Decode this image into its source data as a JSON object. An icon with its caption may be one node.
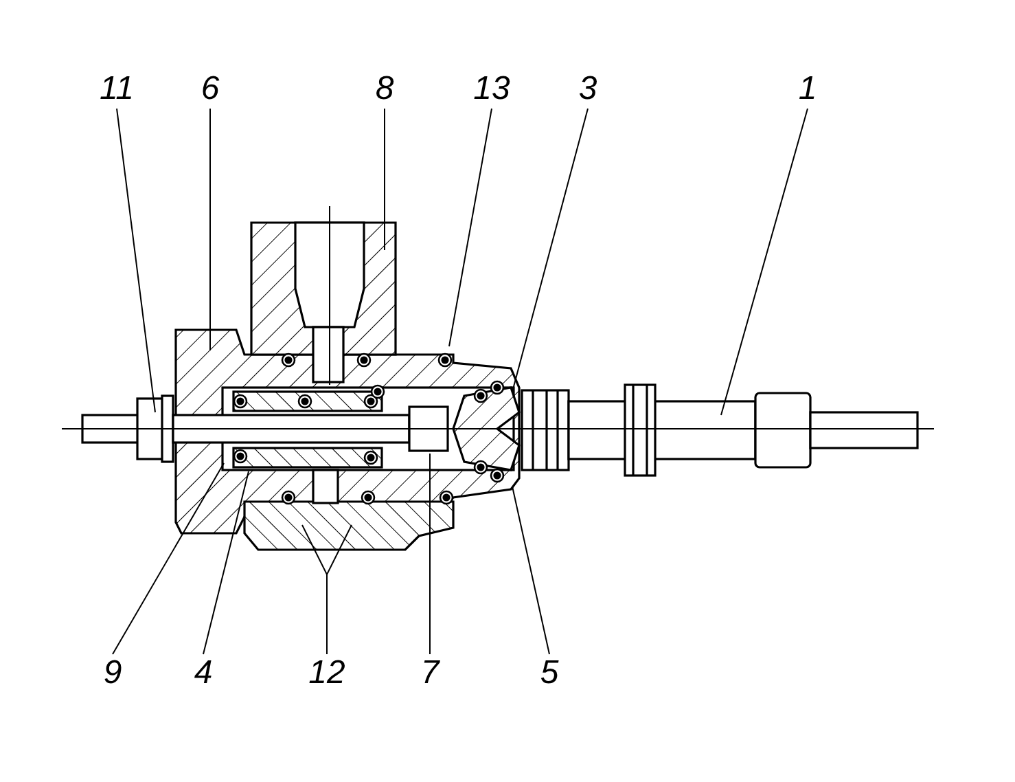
{
  "diagram": {
    "nodes": [
      {
        "text": [
          "11"
        ]
      },
      {
        "text": [
          "6"
        ]
      },
      {
        "text": [
          "8"
        ]
      },
      {
        "text": [
          "13"
        ]
      },
      {
        "text": [
          "3"
        ]
      },
      {
        "text": [
          "1"
        ]
      },
      {
        "text": [
          "9"
        ]
      },
      {
        "text": [
          "4"
        ]
      },
      {
        "text": [
          "12"
        ]
      },
      {
        "text": [
          "7"
        ]
      },
      {
        "text": [
          "5"
        ]
      }
    ],
    "edges": [
      {
        "from": 0,
        "to": null,
        "arrow": "none"
      },
      {
        "from": 1,
        "to": null,
        "arrow": "none"
      },
      {
        "from": 2,
        "to": null,
        "arrow": "none"
      },
      {
        "from": 3,
        "to": null,
        "arrow": "none"
      },
      {
        "from": 4,
        "to": null,
        "arrow": "none"
      },
      {
        "from": 5,
        "to": null,
        "arrow": "none"
      },
      {
        "from": 6,
        "to": null,
        "arrow": "none"
      },
      {
        "from": 7,
        "to": null,
        "arrow": "none"
      },
      {
        "from": 8,
        "to": null,
        "arrow": "none"
      },
      {
        "from": 8,
        "to": null,
        "arrow": "none"
      },
      {
        "from": 9,
        "to": null,
        "arrow": "none"
      },
      {
        "from": 10,
        "to": null,
        "arrow": "none"
      }
    ]
  }
}
